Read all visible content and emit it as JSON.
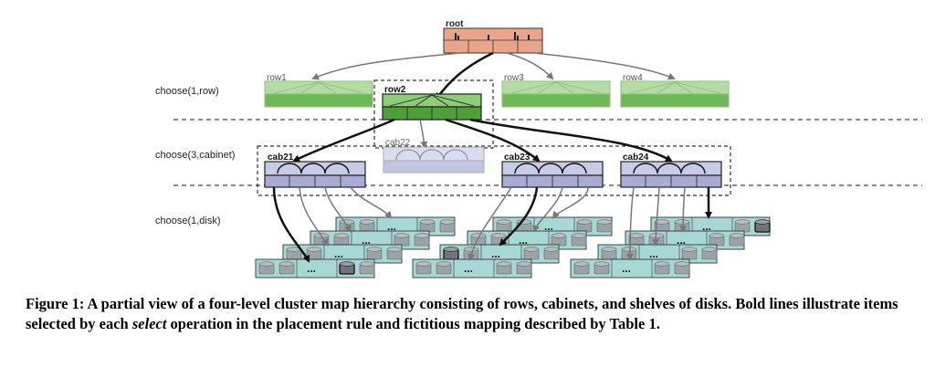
{
  "figure": {
    "root_label": "root",
    "levels": [
      {
        "rule": "choose(1,row)"
      },
      {
        "rule": "choose(3,cabinet)"
      },
      {
        "rule": "choose(1,disk)"
      }
    ],
    "rows": [
      {
        "label": "row1",
        "selected": false
      },
      {
        "label": "row2",
        "selected": true
      },
      {
        "label": "row3",
        "selected": false
      },
      {
        "label": "row4",
        "selected": false
      }
    ],
    "cabinets": [
      {
        "label": "cab21",
        "selected": true
      },
      {
        "label": "cab22",
        "selected": false
      },
      {
        "label": "cab23",
        "selected": true
      },
      {
        "label": "cab24",
        "selected": true
      }
    ],
    "shelf_ellipsis": "...",
    "colors": {
      "root": "#e9a58a",
      "row": "#6fb85a",
      "row_light": "#b5dba4",
      "cabinet": "#a8acd4",
      "cabinet_light": "#c8cbe6",
      "shelf": "#a8d8d6",
      "disk": "#9aa3a8",
      "selected_edge": "#111111",
      "edge": "#777777"
    }
  },
  "caption": {
    "part1": "Figure 1: A partial view of a four-level cluster map hierarchy consisting of rows, cabinets, and shelves of disks. Bold lines illustrate items selected by each ",
    "emphasis": "select",
    "part2": " operation in the placement rule and fictitious mapping described by Table 1."
  }
}
